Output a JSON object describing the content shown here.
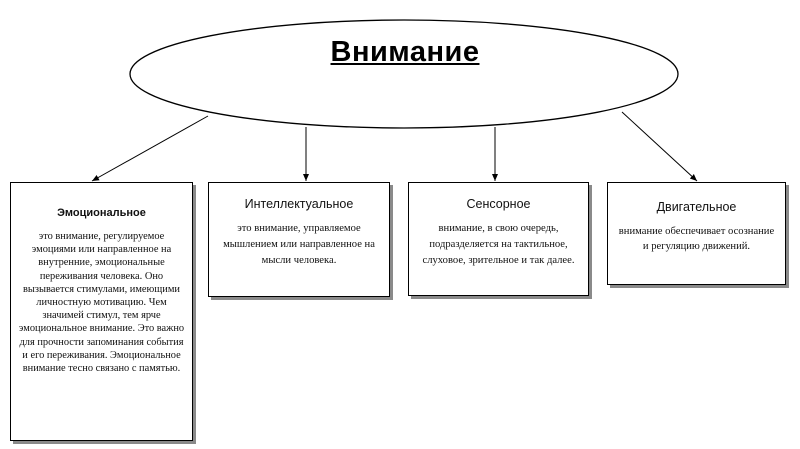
{
  "diagram": {
    "title": "Внимание",
    "boxes": [
      {
        "heading": "Эмоциональное",
        "text": "это внимание, регулируемое эмоциями или направленное на внутренние, эмоциональные переживания человека. Оно вызывается стимулами, имеющими личностную мотивацию. Чем значимей стимул, тем ярче эмоциональное внимание. Это важно для прочности запоминания события и его переживания. Эмоциональное внимание тесно связано с памятью."
      },
      {
        "heading": "Интеллектуальное",
        "text": "это внимание, управляемое мышлением или направленное на мысли человека."
      },
      {
        "heading": "Сенсорное",
        "text": "внимание, в свою очередь, подразделяется на тактильное, слуховое, зрительное и так далее."
      },
      {
        "heading": "Двигательное",
        "text": "внимание обеспечивает осознание и регуляцию движений."
      }
    ]
  }
}
